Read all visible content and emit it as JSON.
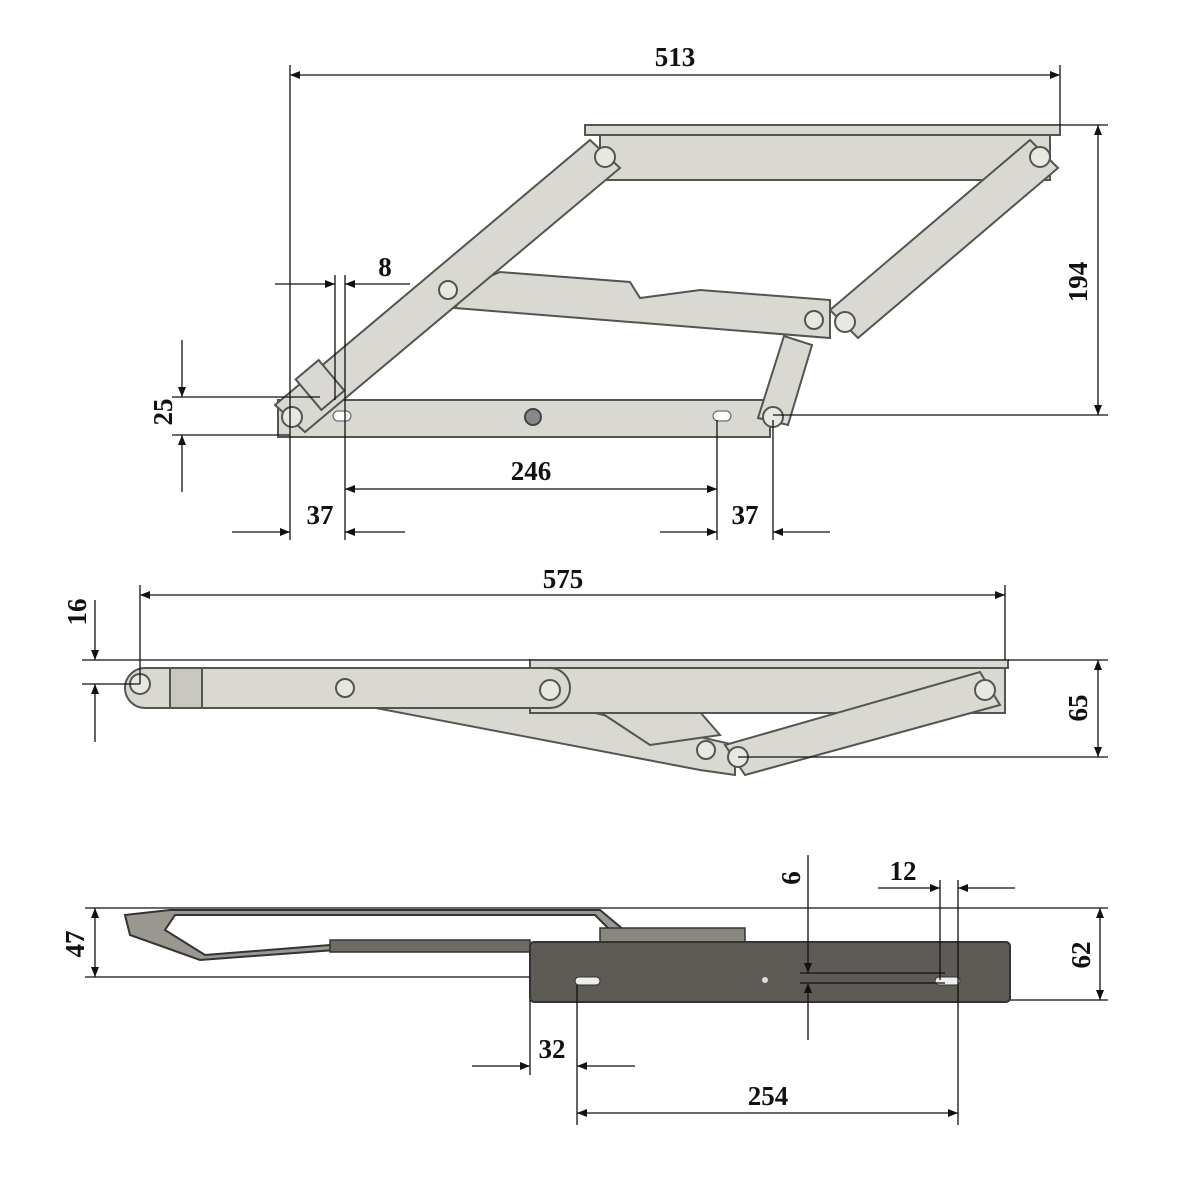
{
  "views": {
    "top_view": {
      "dims": {
        "overall_width": "513",
        "height": "194",
        "offset": "8",
        "bar_height": "25",
        "slot_spacing": "246",
        "left_offset": "37",
        "right_offset": "37"
      }
    },
    "side_view": {
      "dims": {
        "overall_length": "575",
        "bar_height": "16",
        "total_height": "65"
      }
    },
    "bottom_view": {
      "dims": {
        "slot_width": "6",
        "slot_offset": "12",
        "closed_height": "47",
        "bracket_height": "62",
        "slot_end": "32",
        "slot_spacing": "254"
      }
    }
  },
  "colors": {
    "part": "#d9d8d2",
    "bracket": "#5e5a55",
    "line": "#111111"
  }
}
